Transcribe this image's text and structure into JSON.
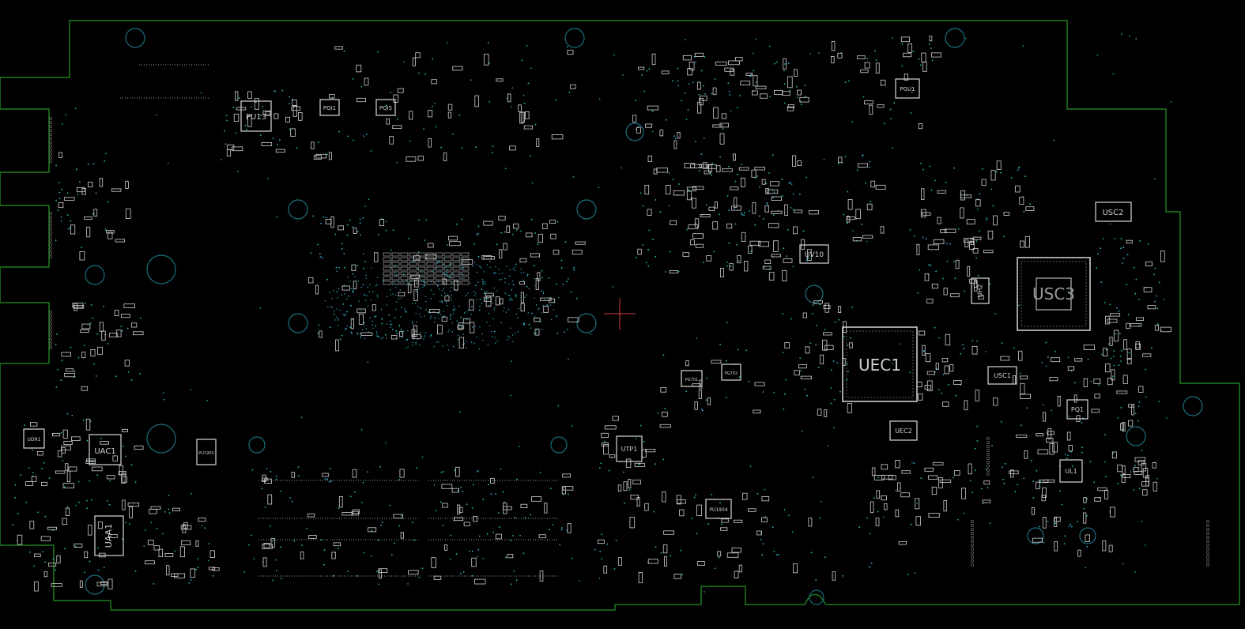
{
  "colors": {
    "background": "#000000",
    "outline": "#1f7a1f",
    "component": "#d8d8d8",
    "label": "#cfcfcf",
    "via": "#2fb3c4",
    "hole": "#1b6f7d",
    "crosshair": "#d23b3b"
  },
  "components": [
    {
      "name": "UEC1",
      "label": "UEC1",
      "kind": "ic-large"
    },
    {
      "name": "USC3",
      "label": "USC3",
      "kind": "ic-large"
    },
    {
      "name": "UAA1",
      "label": "UAA1",
      "kind": "ic"
    },
    {
      "name": "UAC1",
      "label": "UAC1",
      "kind": "ic"
    },
    {
      "name": "PU13",
      "label": "PU13",
      "kind": "ic"
    },
    {
      "name": "USC2",
      "label": "USC2",
      "kind": "ic"
    },
    {
      "name": "UV10",
      "label": "UV10",
      "kind": "ic"
    },
    {
      "name": "UEC2",
      "label": "UEC2",
      "kind": "ic"
    },
    {
      "name": "USC1",
      "label": "USC1",
      "kind": "ic"
    },
    {
      "name": "UTP1",
      "label": "UTP1",
      "kind": "ic"
    },
    {
      "name": "UH2",
      "label": "UH2",
      "kind": "ic"
    },
    {
      "name": "PQ1",
      "label": "PQ1",
      "kind": "ic"
    },
    {
      "name": "UL1",
      "label": "UL1",
      "kind": "ic"
    },
    {
      "name": "PGU1",
      "label": "PGU1",
      "kind": "ic"
    },
    {
      "name": "PQI1",
      "label": "PQI1",
      "kind": "ic"
    },
    {
      "name": "PQI5",
      "label": "PQI5",
      "kind": "ic"
    },
    {
      "name": "UDR1",
      "label": "UDR1",
      "kind": "ic"
    },
    {
      "name": "PU1904",
      "label": "PU1904",
      "kind": "ic"
    },
    {
      "name": "PU1903",
      "label": "PU1903",
      "kind": "ic"
    },
    {
      "name": "PG701",
      "label": "PG701",
      "kind": "ic"
    },
    {
      "name": "PG702",
      "label": "PG702",
      "kind": "ic"
    }
  ]
}
